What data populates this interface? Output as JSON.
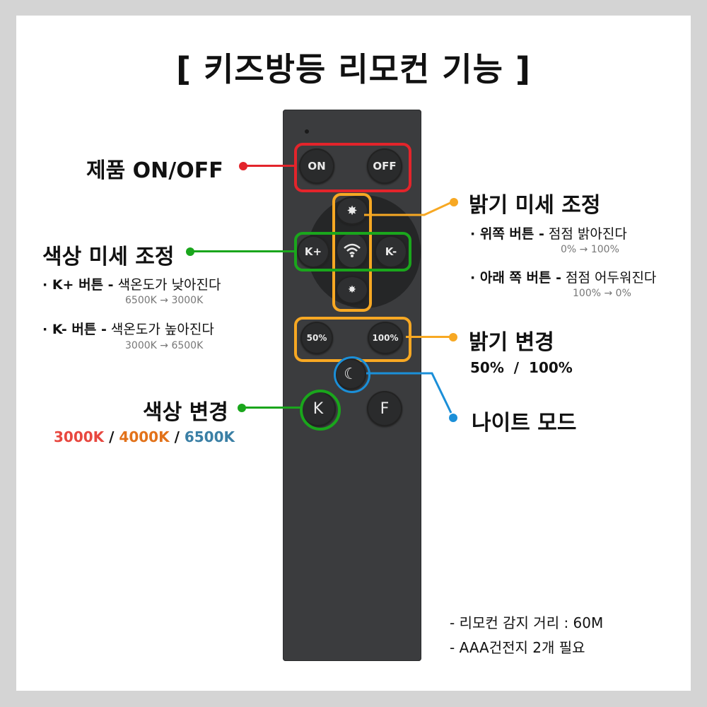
{
  "title": "[ 키즈방등 리모컨 기능 ]",
  "remote": {
    "on": "ON",
    "off": "OFF",
    "k_plus": "K+",
    "k_minus": "K-",
    "pct50": "50%",
    "pct100": "100%",
    "k": "K",
    "f": "F"
  },
  "power": {
    "label": "제품 ON/OFF",
    "color": "#e3242b"
  },
  "brightness_fine": {
    "label": "밝기 미세 조정",
    "up_title": "· 위쪽 버튼 -",
    "up_desc": "점점 밝아진다",
    "up_range": "0% → 100%",
    "down_title": "· 아래 쪽 버튼 -",
    "down_desc": "점점 어두워진다",
    "down_range": "100% → 0%",
    "color": "#f7a823"
  },
  "color_fine": {
    "label": "색상 미세 조정",
    "kplus_title": "· K+ 버튼 -",
    "kplus_desc": "색온도가 낮아진다",
    "kplus_range": "6500K → 3000K",
    "kminus_title": "· K- 버튼 -",
    "kminus_desc": "색온도가 높아진다",
    "kminus_range": "3000K → 6500K",
    "color": "#1aa61c"
  },
  "brightness_change": {
    "label": "밝기 변경",
    "values": "50%  /  100%"
  },
  "color_change": {
    "label": "색상 변경",
    "t1": "3000K",
    "t1_color": "#e8473f",
    "t2": "4000K",
    "t2_color": "#e2721a",
    "t3": "6500K",
    "t3_color": "#3a7fa5",
    "sep": "/"
  },
  "night_mode": {
    "label": "나이트 모드",
    "color": "#1b8fd8"
  },
  "footer": {
    "line1": "- 리모컨 감지 거리 : 60M",
    "line2": "- AAA건전지 2개 필요"
  }
}
